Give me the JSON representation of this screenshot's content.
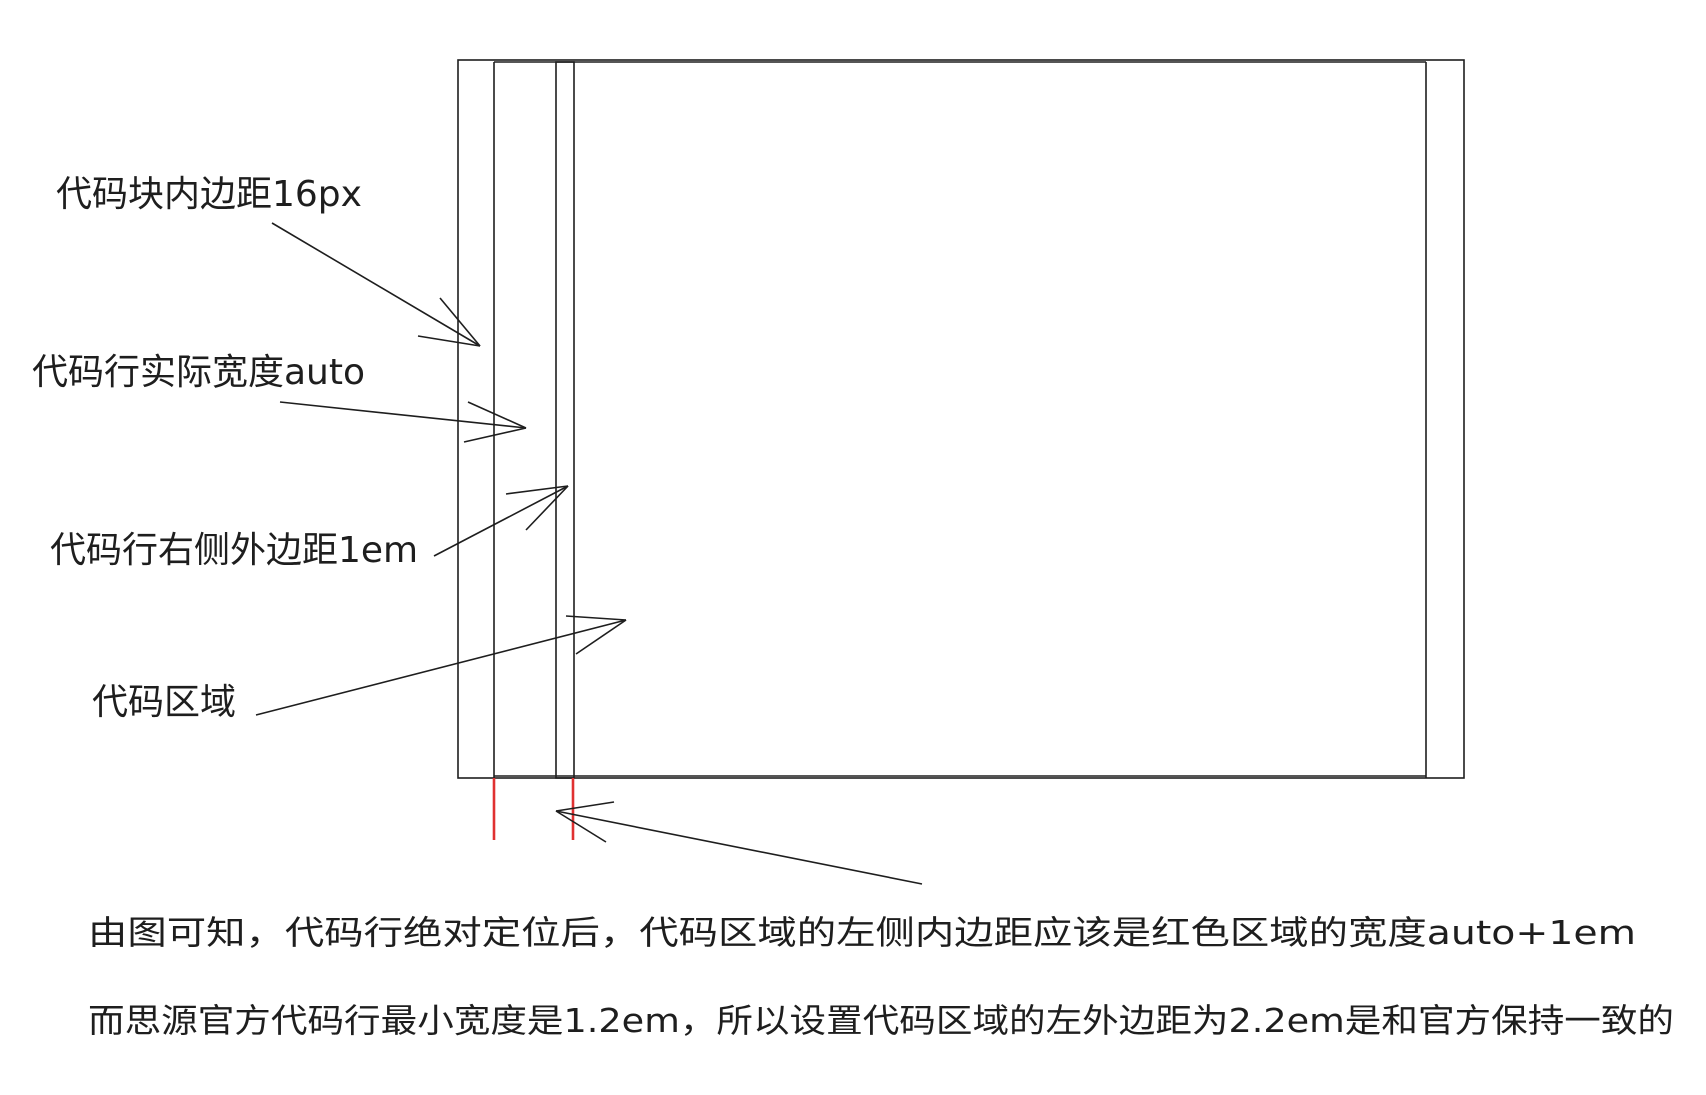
{
  "labels": {
    "block_padding": "代码块内边距16px",
    "line_width": "代码行实际宽度auto",
    "line_margin_right": "代码行右侧外边距1em",
    "code_area": "代码区域"
  },
  "notes": {
    "line1": "由图可知，代码行绝对定位后，代码区域的左侧内边距应该是红色区域的宽度auto+1em",
    "line2": "而思源官方代码行最小宽度是1.2em，所以设置代码区域的左外边距为2.2em是和官方保持一致的"
  },
  "colors": {
    "stroke": "#1e1e1e",
    "highlight": "#e03131",
    "background": "#ffffff"
  }
}
